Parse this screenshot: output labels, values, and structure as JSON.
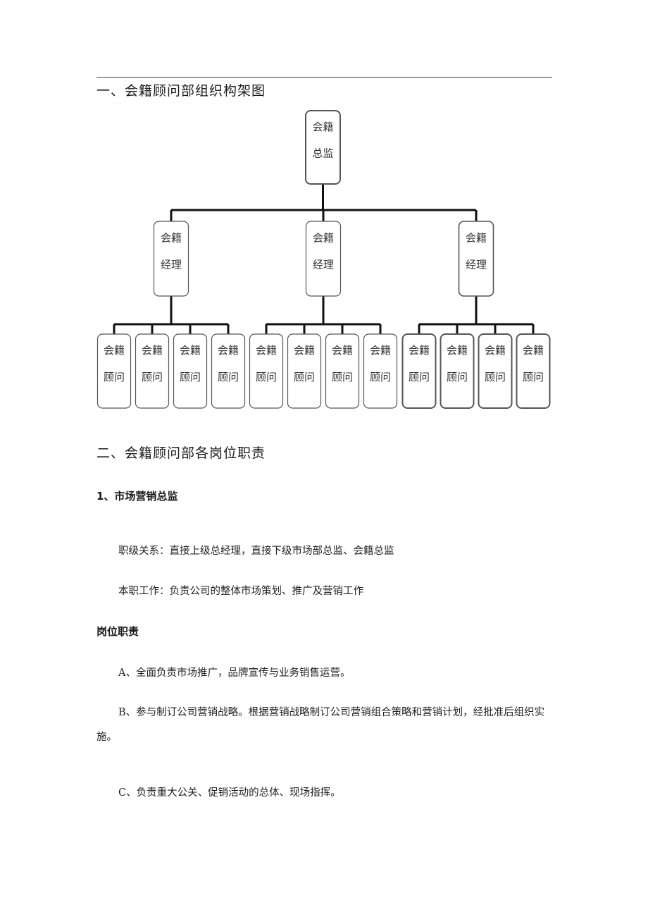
{
  "section1": {
    "title": "一、会籍顾问部组织构架图"
  },
  "org_chart": {
    "director": {
      "line1": "会籍",
      "line2": "总监"
    },
    "managers": [
      {
        "line1": "会籍",
        "line2": "经理"
      },
      {
        "line1": "会籍",
        "line2": "经理"
      },
      {
        "line1": "会籍",
        "line2": "经理"
      }
    ],
    "consultant": {
      "line1": "会籍",
      "line2": "顾问"
    },
    "consultants_per_manager": 4
  },
  "section2": {
    "title": "二、会籍顾问部各岗位职责",
    "sub1_title": "1、市场营销总监",
    "relation": "职级关系：直接上级总经理，直接下级市场部总监、会籍总监",
    "job": "本职工作：负责公司的整体市场策划、推广及营销工作",
    "duties_title": "岗位职责",
    "duty_a": "A、全面负责市场推广，品牌宣传与业务销售运营。",
    "duty_b": "B、参与制订公司营销战略。根据营销战略制订公司营销组合策略和营销计划，经批准后组织实施。",
    "duty_c": "C、负责重大公关、促销活动的总体、现场指挥。"
  }
}
